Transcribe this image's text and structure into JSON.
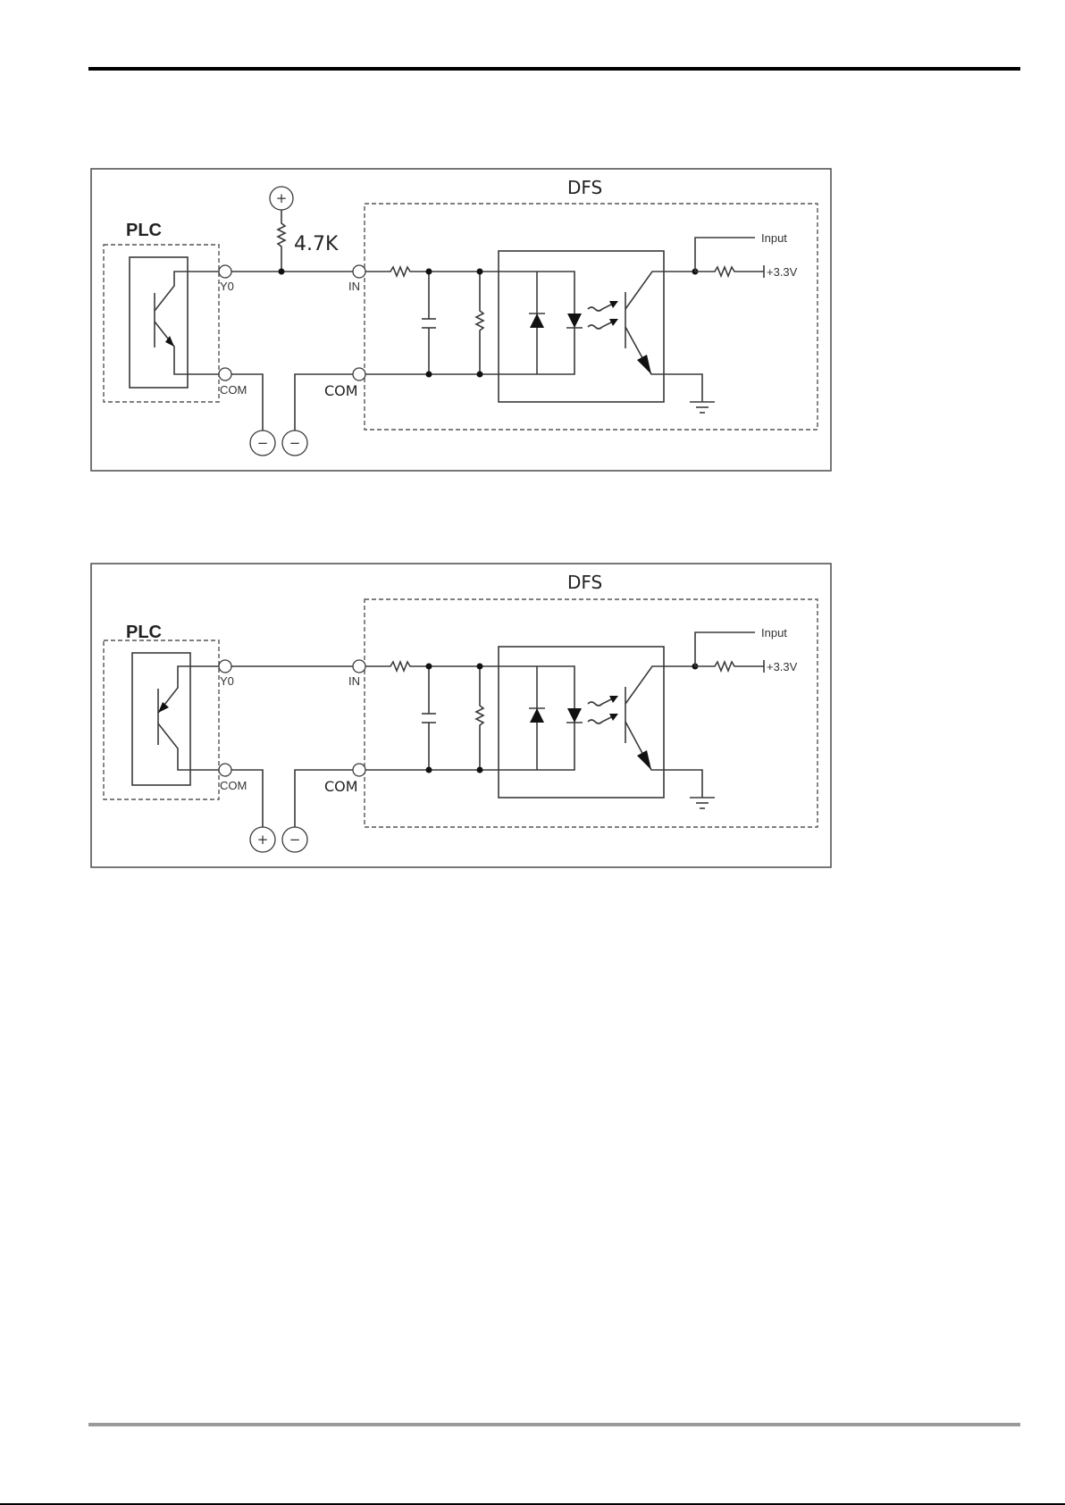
{
  "page": {
    "header_rule_color": "#000000",
    "footer_rule_color": "#9a9a9a"
  },
  "diagrams": [
    {
      "id": "npn-sink-wiring",
      "plc_label": "PLC",
      "plc_transistor_type": "NPN",
      "dfs_label": "DFS",
      "plc_terminals": {
        "output": "Y0",
        "common": "COM"
      },
      "dfs_terminals": {
        "input": "IN",
        "common": "COM"
      },
      "pullup_resistor": {
        "label": "4.7K",
        "supply_sign": "+"
      },
      "supplies": [
        {
          "sign": "−"
        },
        {
          "sign": "−"
        }
      ],
      "signal_label": "Input",
      "supply_label": "+3.3V"
    },
    {
      "id": "pnp-source-wiring",
      "plc_label": "PLC",
      "plc_transistor_type": "PNP",
      "dfs_label": "DFS",
      "plc_terminals": {
        "output": "Y0",
        "common": "COM"
      },
      "dfs_terminals": {
        "input": "IN",
        "common": "COM"
      },
      "supplies": [
        {
          "sign": "+"
        },
        {
          "sign": "−"
        }
      ],
      "signal_label": "Input",
      "supply_label": "+3.3V"
    }
  ]
}
